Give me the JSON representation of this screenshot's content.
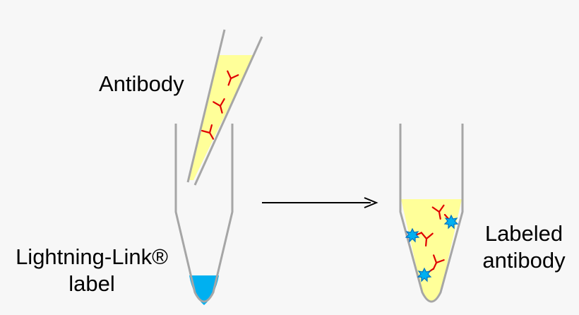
{
  "labels": {
    "antibody": "Antibody",
    "lightning_link_line1": "Lightning-Link®",
    "lightning_link_line2": "label",
    "labeled_line1": "Labeled",
    "labeled_line2": "antibody"
  },
  "icons": {
    "antibody": "y-shaped-antibody-icon",
    "label": "starburst-label-icon"
  },
  "colors": {
    "background": "#f7f7f7",
    "tube_outline": "#a6a6a6",
    "antibody_solution": "#ffff99",
    "antibody": "#e00000",
    "label_liquid": "#00b0f0",
    "label_particle": "#0070c0",
    "arrow": "#000000",
    "text": "#000000"
  }
}
